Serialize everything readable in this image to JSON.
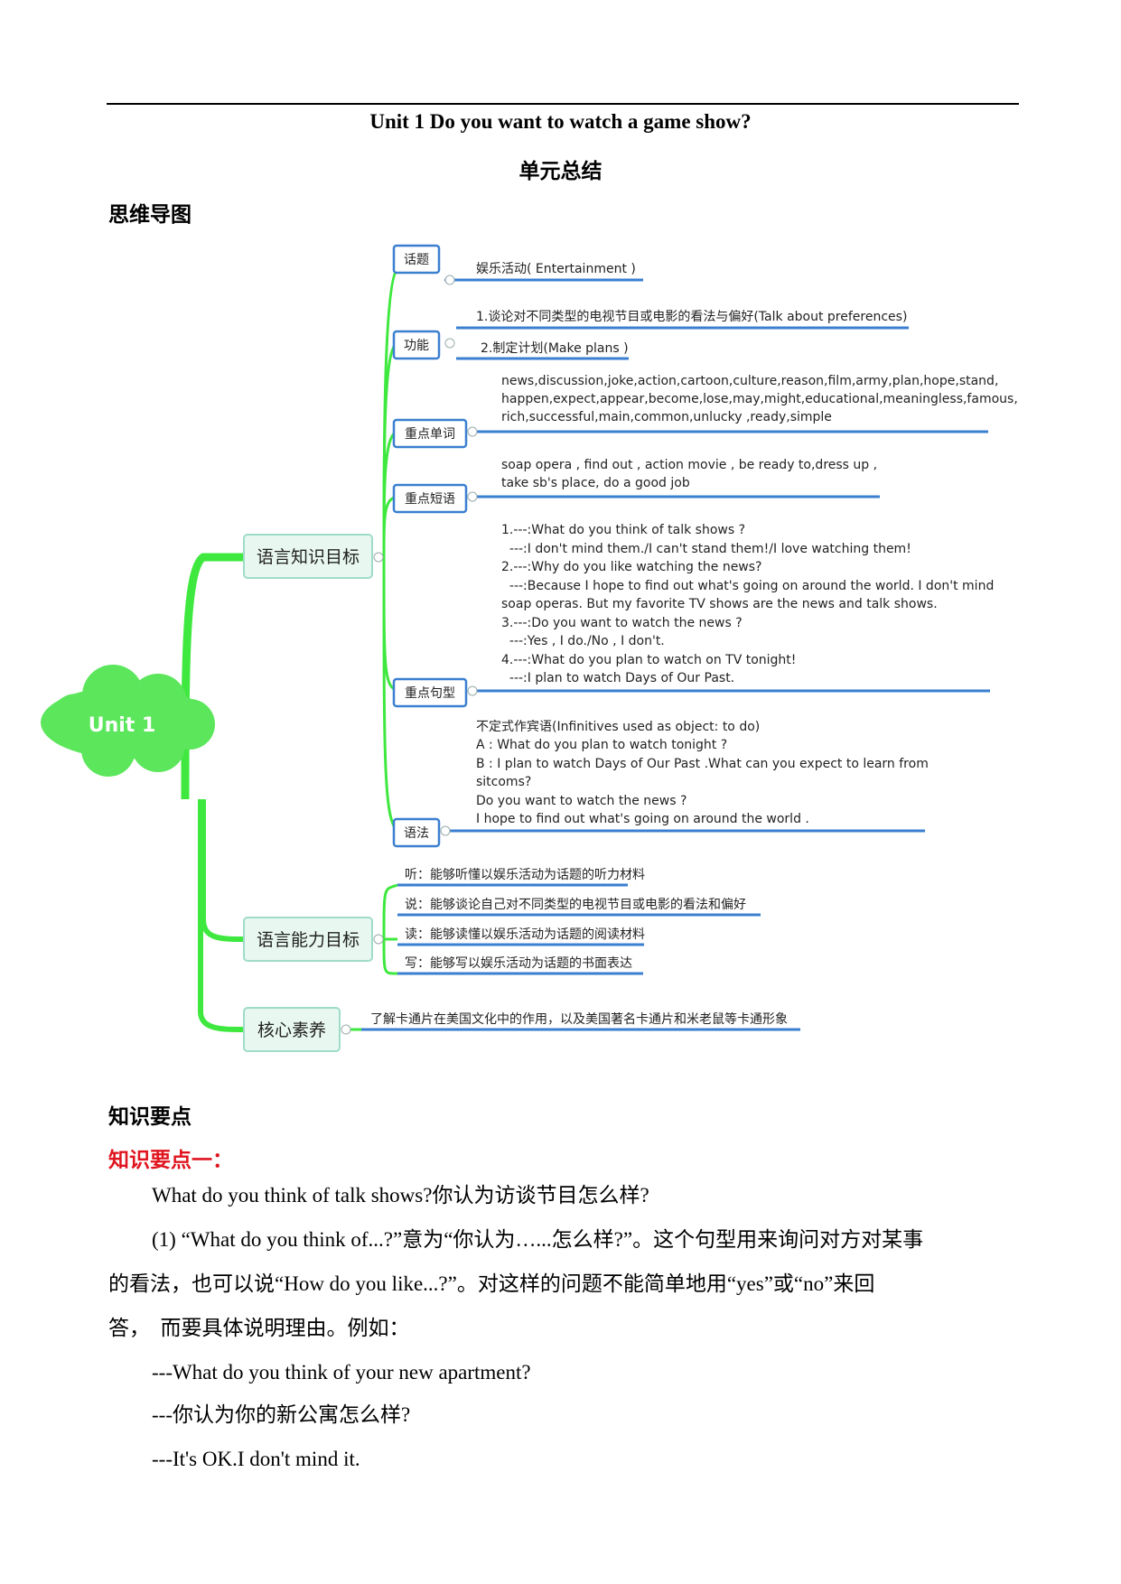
{
  "header": {
    "title": "Unit 1   Do you want to watch a game show?",
    "subtitle": "单元总结"
  },
  "sections": {
    "mindmap_label": "思维导图",
    "points_label": "知识要点",
    "point1_label": "知识要点一："
  },
  "mindmap": {
    "root": "Unit 1",
    "branches": {
      "language_knowledge": "语言知识目标",
      "language_ability": "语言能力目标",
      "core_literacy": "核心素养"
    },
    "topic": {
      "label": "话题",
      "lines": [
        "娱乐活动( Entertainment )"
      ]
    },
    "function": {
      "label": "功能",
      "lines": [
        "1.谈论对不同类型的电视节目或电影的看法与偏好(Talk about preferences)",
        "2.制定计划(Make plans )"
      ]
    },
    "vocab": {
      "label": "重点单词",
      "lines": [
        "news,discussion,joke,action,cartoon,culture,reason,film,army,plan,hope,stand,",
        "happen,expect,appear,become,lose,may,might,educational,meaningless,famous,",
        "rich,successful,main,common,unlucky ,ready,simple"
      ]
    },
    "phrases": {
      "label": "重点短语",
      "lines": [
        "soap opera  , find out , action movie , be ready to,dress up ,",
        "take sb's place, do a good job"
      ]
    },
    "sentences": {
      "label": "重点句型",
      "lines": [
        "1.---:What do you think of talk shows ?",
        "  ---:I don't mind them./I can't stand them!/I love watching them!",
        "2.---:Why do you like watching the news?",
        "  ---:Because I hope to find out what's going on around the world. I don't mind",
        "soap operas. But my favorite TV shows are the news and talk shows.",
        "3.---:Do you want to watch the news ?",
        "  ---:Yes , I do./No , I don't.",
        "4.---:What do you plan to watch on TV tonight!",
        "  ---:I plan to watch Days of Our Past."
      ]
    },
    "grammar": {
      "label": "语法",
      "lines": [
        "不定式作宾语(Infinitives used as object: to do)",
        "A : What do you plan to watch tonight ?",
        "B : I plan to watch Days of Our Past .What can you expect to learn from",
        "sitcoms?",
        "Do you want to watch the news ?",
        "I hope to find out what's going on around the world ."
      ]
    },
    "abilities": [
      "听：能够听懂以娱乐活动为话题的听力材料",
      "说：能够谈论自己对不同类型的电视节目或电影的看法和偏好",
      "读：能够读懂以娱乐活动为话题的阅读材料",
      "写：能够写以娱乐活动为话题的书面表达"
    ],
    "core": "了解卡通片在美国文化中的作用，以及美国著名卡通片和米老鼠等卡通形象"
  },
  "content": {
    "line1": "What do you think of talk shows?你认为访谈节目怎么样?",
    "para1_l1": "(1) “What do you think of...?”意为“你认为…...怎么样?”。这个句型用来询问对方对某事",
    "para1_l2": "的看法，也可以说“How do you like...?”。对这样的问题不能简单地用“yes”或“no”来回",
    "para1_l3": "答，  而要具体说明理由。例如：",
    "ex1": "---What do you think of your new apartment?",
    "ex2": "---你认为你的新公寓怎么样?",
    "ex3": "---It's OK.I don't mind it."
  }
}
